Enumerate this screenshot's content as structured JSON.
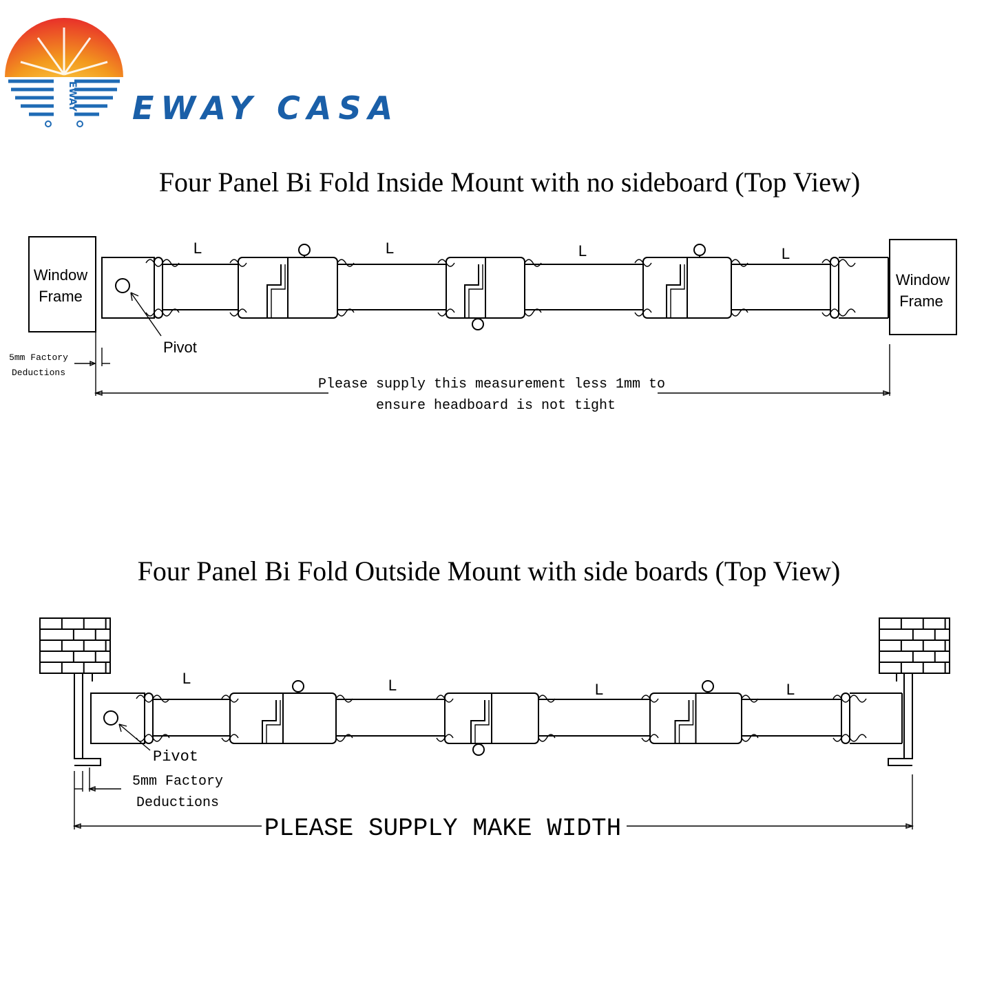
{
  "brand": {
    "name": "EWAY CASA",
    "logo_mark": "EWAY",
    "colors": {
      "sun_top": "#e8302a",
      "sun_mid": "#f39a1e",
      "sun_low": "#fbd14a",
      "water": "#1f6bb5",
      "text": "#1a5fa8"
    }
  },
  "diagram_top": {
    "title": "Four Panel Bi Fold Inside Mount with no sideboard (Top View)",
    "left_frame_label": [
      "Window",
      "Frame"
    ],
    "right_frame_label": [
      "Window",
      "Frame"
    ],
    "panel_labels": [
      "L",
      "L",
      "L",
      "L"
    ],
    "pivot_label": "Pivot",
    "deduction_label": [
      "5mm Factory",
      "Deductions"
    ],
    "measurement_note": [
      "Please supply this measurement less 1mm to",
      "ensure headboard is not tight"
    ]
  },
  "diagram_bottom": {
    "title": "Four Panel Bi Fold Outside Mount with side boards (Top View)",
    "panel_labels": [
      "L",
      "L",
      "L",
      "L"
    ],
    "pivot_label": "Pivot",
    "deduction_label": [
      "5mm Factory",
      "Deductions"
    ],
    "measurement_note": "PLEASE SUPPLY MAKE WIDTH"
  }
}
